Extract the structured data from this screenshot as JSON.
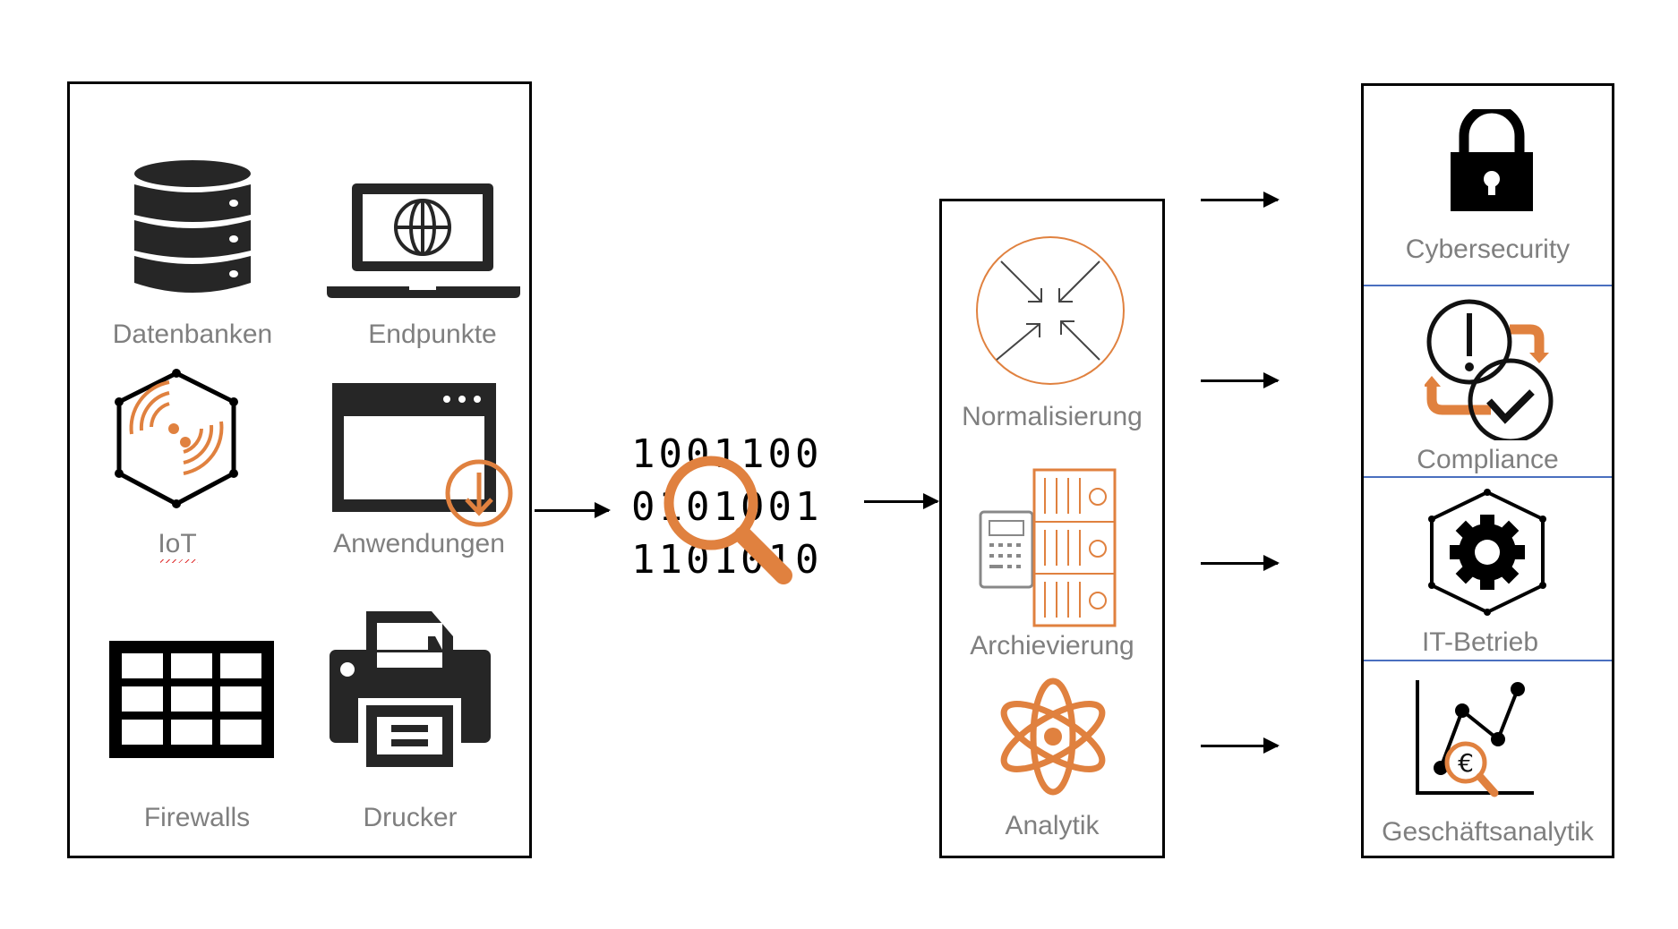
{
  "colors": {
    "accent": "#e0813f",
    "text_gray": "#7f7f7f",
    "divider_blue": "#4a6fbf",
    "icon_dark": "#262626"
  },
  "sources": {
    "items": [
      {
        "label": "Datenbanken",
        "icon": "database-icon"
      },
      {
        "label": "Endpunkte",
        "icon": "laptop-globe-icon"
      },
      {
        "label": "IoT",
        "icon": "iot-hexagon-icon"
      },
      {
        "label": "Anwendungen",
        "icon": "app-window-download-icon"
      },
      {
        "label": "Firewalls",
        "icon": "firewall-grid-icon"
      },
      {
        "label": "Drucker",
        "icon": "printer-icon"
      }
    ]
  },
  "binary": {
    "rows": [
      "1001100",
      "0101001",
      "1101010"
    ],
    "icon": "magnifier-icon"
  },
  "processing": {
    "items": [
      {
        "label": "Normalisierung",
        "icon": "compress-arrows-icon"
      },
      {
        "label": "Archievierung",
        "icon": "archive-server-icon"
      },
      {
        "label": "Analytik",
        "icon": "atom-icon"
      }
    ]
  },
  "outcomes": {
    "items": [
      {
        "label": "Cybersecurity",
        "icon": "lock-icon"
      },
      {
        "label": "Compliance",
        "icon": "compliance-check-icon"
      },
      {
        "label": "IT-Betrieb",
        "icon": "gear-hexagon-icon"
      },
      {
        "label": "Geschäftsanalytik",
        "icon": "chart-euro-icon"
      }
    ]
  }
}
